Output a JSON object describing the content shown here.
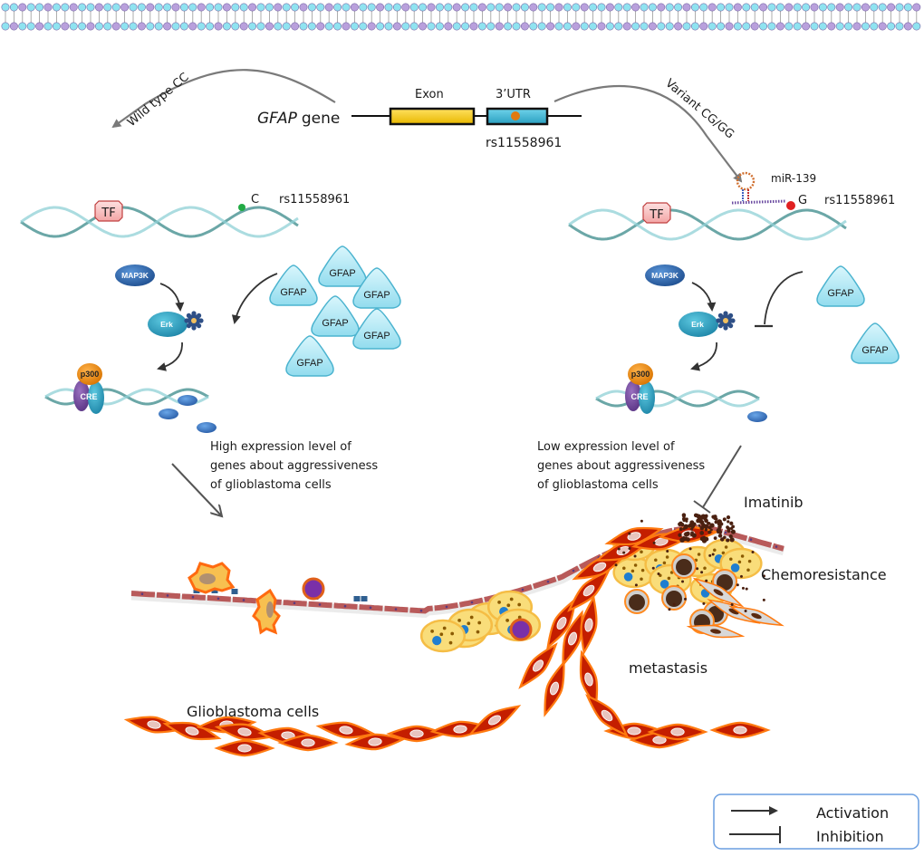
{
  "figure": {
    "membrane": "lipid-bilayer",
    "gene": {
      "name": "GFAP",
      "suffix": "gene",
      "exon_label": "Exon",
      "utr_label": "3’UTR",
      "snp_label": "rs11558961"
    },
    "branches": {
      "left_arrow_label": "Wild type CC",
      "right_arrow_label": "Variant CG/GG"
    },
    "left_panel": {
      "tf_label": "TF",
      "allele": "C",
      "snp_label": "rs11558961",
      "map3k_label": "MAP3K",
      "erk_label": "Erk",
      "p300_label": "p300",
      "cre_label": "CRE",
      "gfap_labels": [
        "GFAP",
        "GFAP",
        "GFAP",
        "GFAP",
        "GFAP",
        "GFAP"
      ],
      "outcome_lines": [
        "High expression level of",
        "genes about aggressiveness",
        "of glioblastoma cells"
      ]
    },
    "right_panel": {
      "tf_label": "TF",
      "mirna_label": "miR-139",
      "allele": "G",
      "snp_label": "rs11558961",
      "map3k_label": "MAP3K",
      "erk_label": "Erk",
      "p300_label": "p300",
      "cre_label": "CRE",
      "gfap_labels": [
        "GFAP",
        "GFAP"
      ],
      "outcome_lines": [
        "Low expression level of",
        "genes about aggressiveness",
        "of glioblastoma cells"
      ]
    },
    "bottom": {
      "imatinib_label": "Imatinib",
      "chemoresistance_label": "Chemoresistance",
      "metastasis_label": "metastasis",
      "glioblastoma_label": "Glioblastoma cells"
    },
    "legend": {
      "activation_label": "Activation",
      "inhibition_label": "Inhibition"
    },
    "colors": {
      "membrane_cyan": "#8fe3f0",
      "membrane_purple": "#b9a0dc",
      "exon": "#f5c518",
      "utr": "#3bb7d6",
      "snp_wild": "#22aa44",
      "snp_variant": "#e02020",
      "map3k": "#2f68b0",
      "erk": "#2aa3c4",
      "p300": "#f0901a",
      "cre": "#7b4fa0",
      "gfap": "#bdeef7",
      "vessel": "#b85a5a",
      "glioma_cell": "#cc2200",
      "legend_border": "#6a9ee0"
    }
  }
}
